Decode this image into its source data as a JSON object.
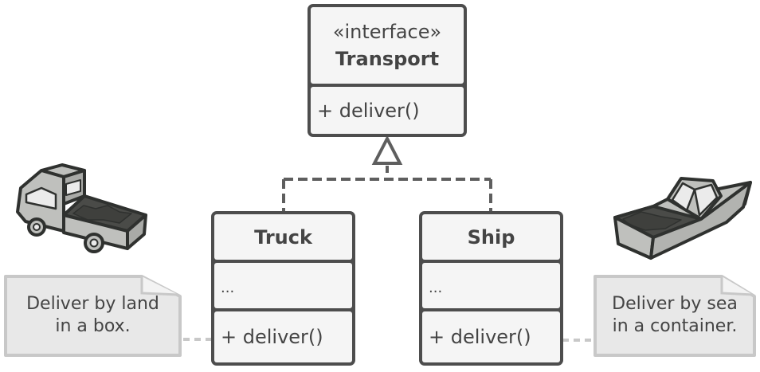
{
  "diagram": {
    "type": "UML class diagram (Factory Method: products)",
    "interface": {
      "stereotype": "«interface»",
      "name": "Transport",
      "methods": "+ deliver()"
    },
    "classes": [
      {
        "name": "Truck",
        "fields": "...",
        "methods": "+ deliver()",
        "illustration": "truck-icon"
      },
      {
        "name": "Ship",
        "fields": "...",
        "methods": "+ deliver()",
        "illustration": "boat-icon"
      }
    ],
    "relations": [
      {
        "type": "realization",
        "from": "Truck",
        "to": "Transport"
      },
      {
        "type": "realization",
        "from": "Ship",
        "to": "Transport"
      }
    ],
    "notes": [
      {
        "attached_to": "Truck",
        "line1": "Deliver by land",
        "line2": "in a box."
      },
      {
        "attached_to": "Ship",
        "line1": "Deliver by sea",
        "line2": "in a container."
      }
    ],
    "colors": {
      "stroke": "#4d4d4d",
      "box_fill": "#f5f5f5",
      "note_fill": "#e8e8e8",
      "note_stroke": "#c8c8c8",
      "vehicle_fill": "#bfc0bd",
      "cargo_fill": "#4a4b48"
    }
  }
}
